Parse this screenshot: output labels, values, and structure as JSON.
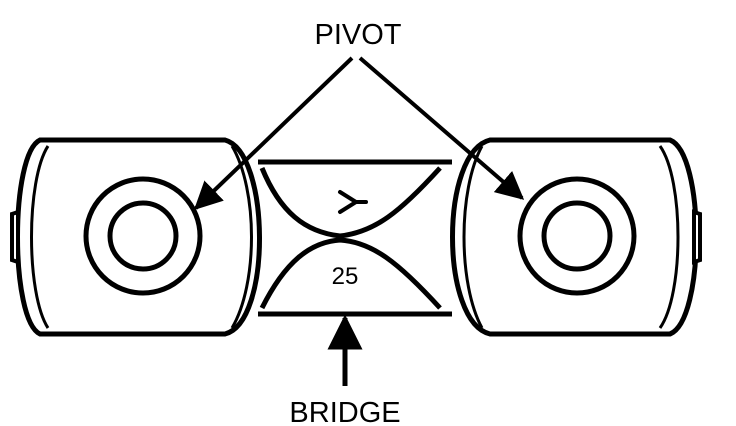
{
  "labels": {
    "pivot": "PIVOT",
    "bridge": "BRIDGE",
    "center_number": "25",
    "center_mark": "Y"
  },
  "colors": {
    "ink": "#000000",
    "paper": "#ffffff"
  }
}
